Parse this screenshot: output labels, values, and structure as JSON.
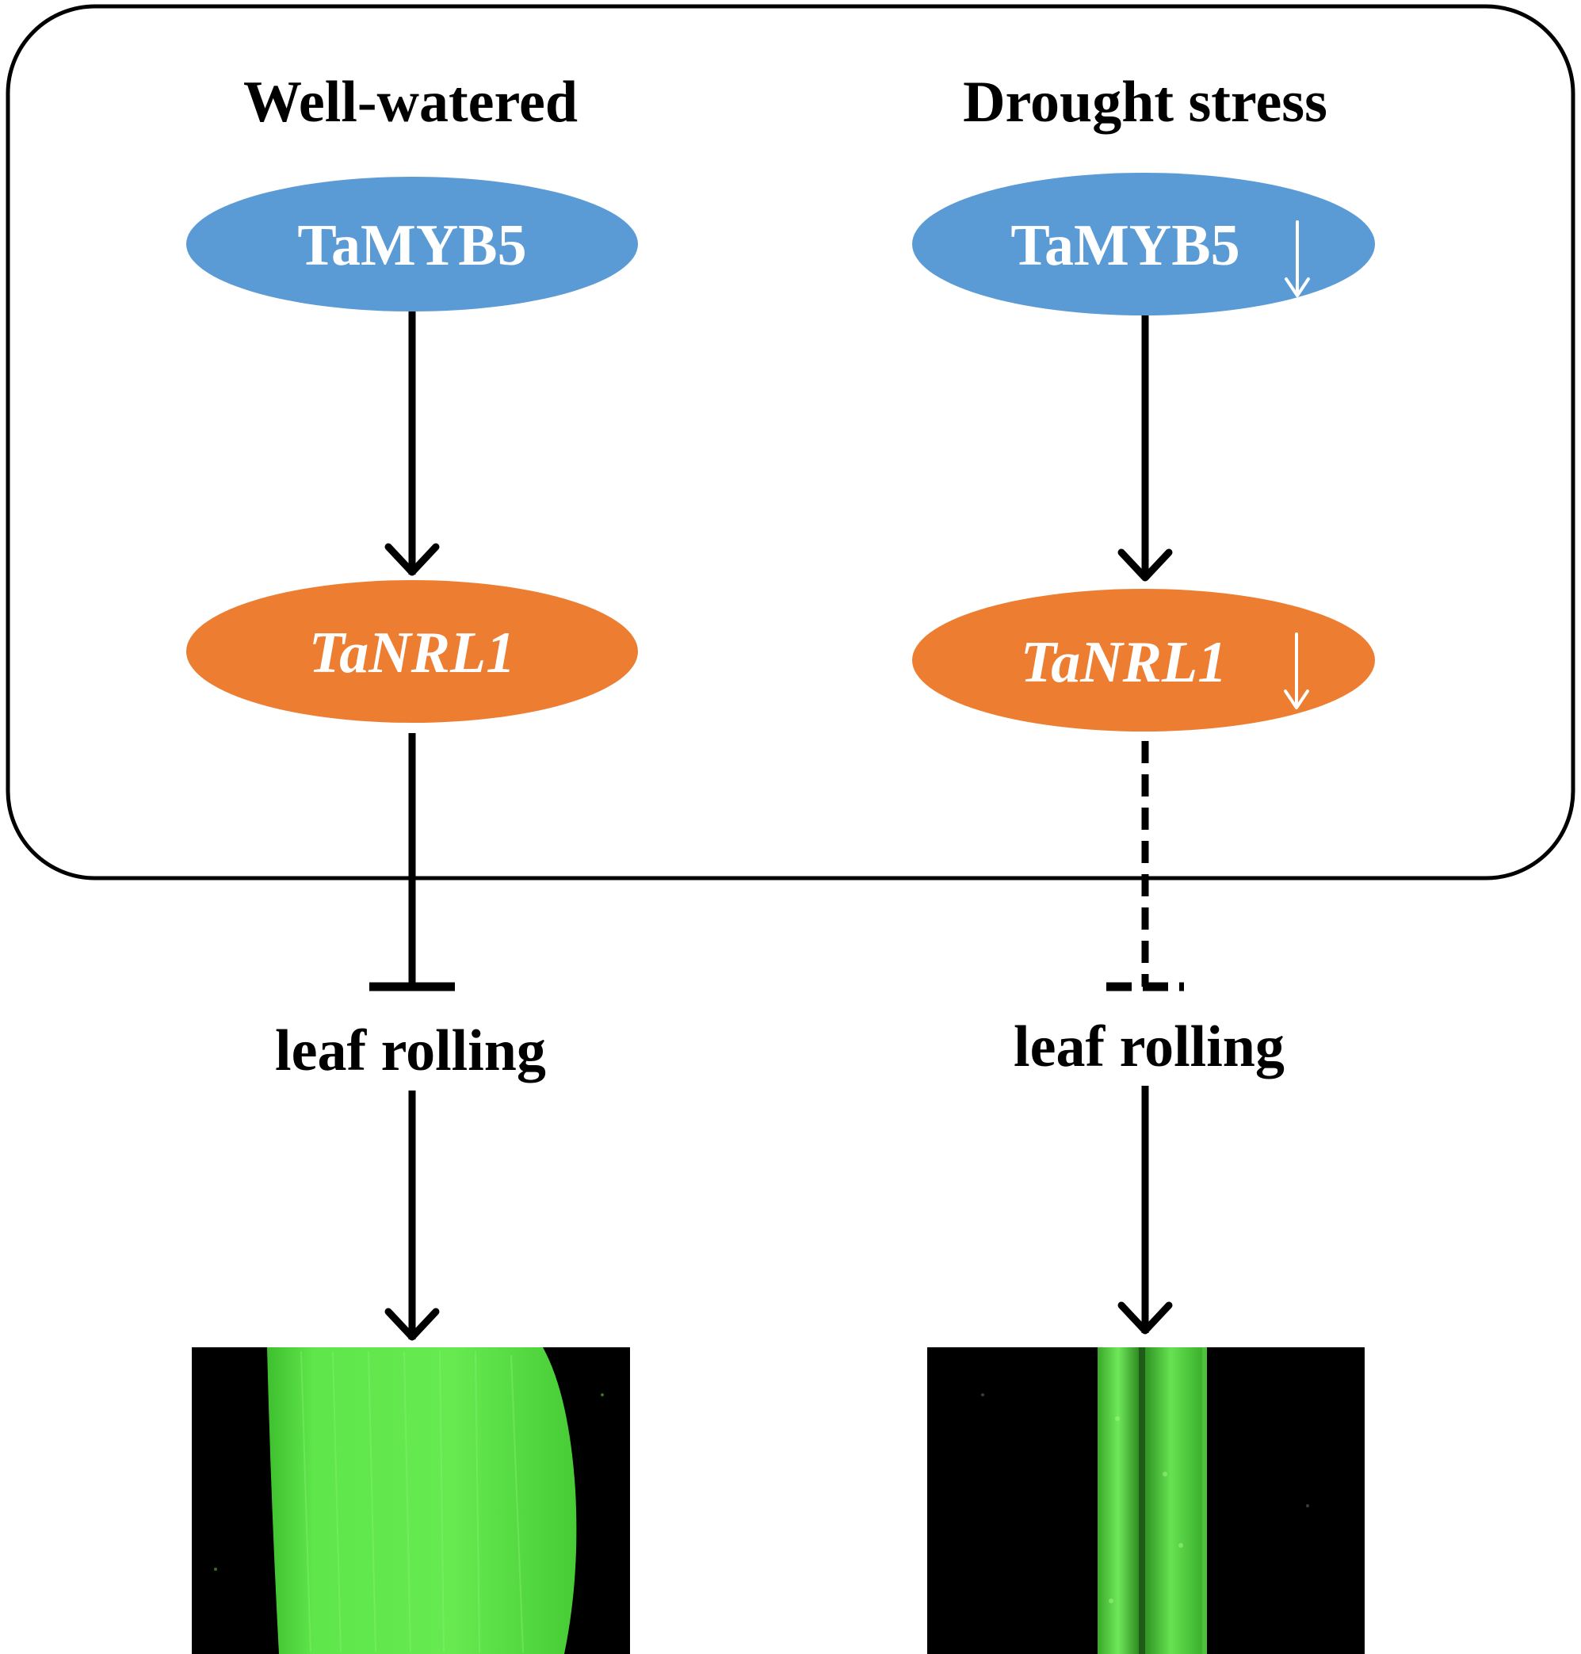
{
  "panels": [
    {
      "condition": "Well-watered",
      "regulator": "TaMYB5",
      "regulator_down": false,
      "target": "TaNRL1",
      "target_down": false,
      "regulation_link": "solid",
      "inhibition_link": "solid",
      "phenotype": "leaf rolling",
      "leaf_photo": "flat-leaf"
    },
    {
      "condition": "Drought stress",
      "regulator": "TaMYB5",
      "regulator_down": true,
      "target": "TaNRL1",
      "target_down": true,
      "regulation_link": "solid",
      "inhibition_link": "dashed",
      "phenotype": "leaf rolling",
      "leaf_photo": "rolled-leaf"
    }
  ],
  "colors": {
    "regulator_fill": "#5b9bd5",
    "target_fill": "#ed7d31",
    "leaf_green": "#5ee64a",
    "photo_background": "#000000",
    "line": "#000000"
  },
  "icons": {
    "down_arrow": "down-arrow-icon"
  }
}
